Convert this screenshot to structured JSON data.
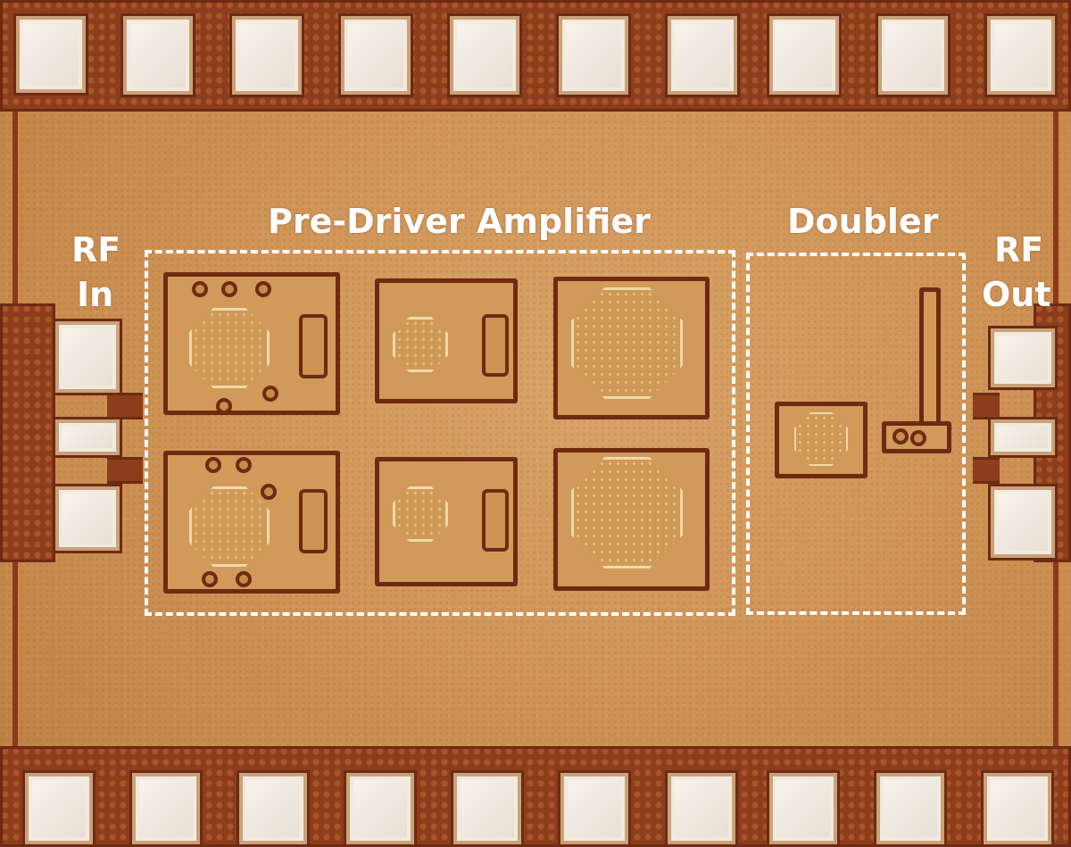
{
  "image": {
    "subject": "RF integrated circuit die micrograph",
    "colors": {
      "die": "#cf9457",
      "metal_dark": "#6e2a12",
      "pad": "#f2eadf",
      "annotation": "#ffffff"
    }
  },
  "labels": {
    "pre_driver": "Pre-Driver Amplifier",
    "doubler": "Doubler",
    "rf_in_1": "RF",
    "rf_in_2": "In",
    "rf_out_1": "RF",
    "rf_out_2": "Out"
  }
}
